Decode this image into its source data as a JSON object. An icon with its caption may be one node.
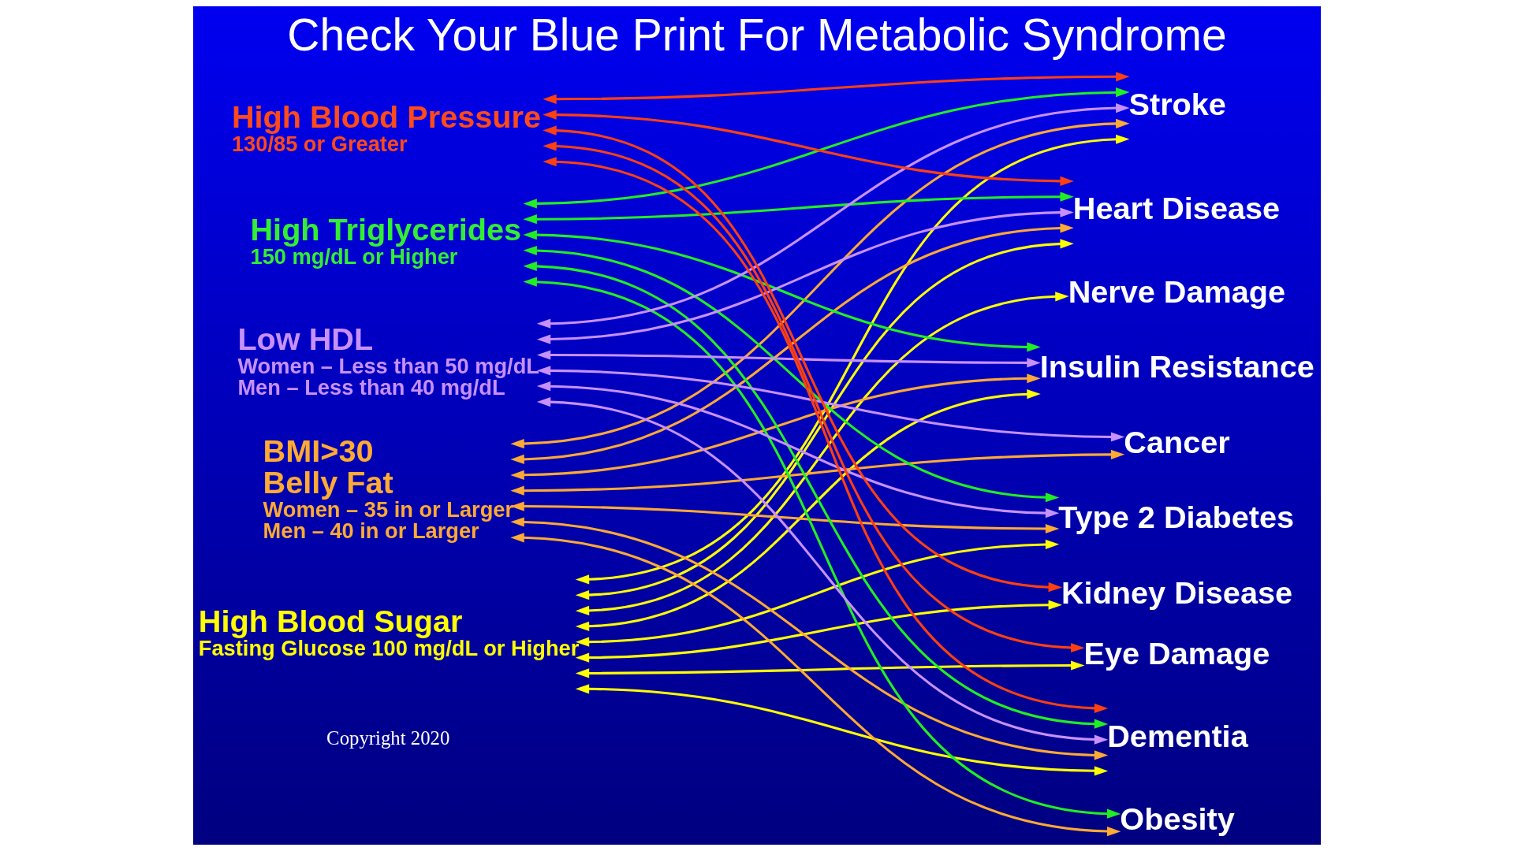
{
  "diagram": {
    "title": "Check Your Blue Print For Metabolic Syndrome",
    "nodes": [
      {
        "text": [
          "High Blood Pressure",
          "130/85 or Greater"
        ]
      },
      {
        "text": [
          "High Triglycerides",
          "150 mg/dL or Higher"
        ]
      },
      {
        "text": [
          "Low HDL",
          "Women – Less than 50 mg/dL",
          "Men – Less than 40 mg/dL"
        ]
      },
      {
        "text": [
          "BMI>30",
          "Belly Fat",
          "Women – 35 in or Larger",
          "Men – 40 in or Larger"
        ]
      },
      {
        "text": [
          "High Blood Sugar",
          "Fasting Glucose 100 mg/dL or Higher"
        ]
      },
      {
        "text": [
          "Stroke"
        ]
      },
      {
        "text": [
          "Heart Disease"
        ]
      },
      {
        "text": [
          "Nerve Damage"
        ]
      },
      {
        "text": [
          "Insulin Resistance"
        ]
      },
      {
        "text": [
          "Cancer"
        ]
      },
      {
        "text": [
          "Type 2 Diabetes"
        ]
      },
      {
        "text": [
          "Kidney Disease"
        ]
      },
      {
        "text": [
          "Eye Damage"
        ]
      },
      {
        "text": [
          "Dementia"
        ]
      },
      {
        "text": [
          "Obesity"
        ]
      }
    ],
    "edges": [
      {
        "from": 0,
        "to": 5,
        "arrow": "both",
        "color": "#ff4010"
      },
      {
        "from": 0,
        "to": 6,
        "arrow": "both",
        "color": "#ff4010"
      },
      {
        "from": 0,
        "to": 11,
        "arrow": "both",
        "color": "#ff4010"
      },
      {
        "from": 0,
        "to": 12,
        "arrow": "both",
        "color": "#ff4010"
      },
      {
        "from": 0,
        "to": 13,
        "arrow": "both",
        "color": "#ff4010"
      },
      {
        "from": 1,
        "to": 5,
        "arrow": "both",
        "color": "#22ee22"
      },
      {
        "from": 1,
        "to": 6,
        "arrow": "both",
        "color": "#22ee22"
      },
      {
        "from": 1,
        "to": 8,
        "arrow": "both",
        "color": "#22ee22"
      },
      {
        "from": 1,
        "to": 10,
        "arrow": "both",
        "color": "#22ee22"
      },
      {
        "from": 1,
        "to": 13,
        "arrow": "both",
        "color": "#22ee22"
      },
      {
        "from": 1,
        "to": 14,
        "arrow": "both",
        "color": "#22ee22"
      },
      {
        "from": 2,
        "to": 5,
        "arrow": "both",
        "color": "#c890ff"
      },
      {
        "from": 2,
        "to": 6,
        "arrow": "both",
        "color": "#c890ff"
      },
      {
        "from": 2,
        "to": 8,
        "arrow": "both",
        "color": "#c890ff"
      },
      {
        "from": 2,
        "to": 9,
        "arrow": "both",
        "color": "#c890ff"
      },
      {
        "from": 2,
        "to": 10,
        "arrow": "both",
        "color": "#c890ff"
      },
      {
        "from": 2,
        "to": 13,
        "arrow": "both",
        "color": "#c890ff"
      },
      {
        "from": 3,
        "to": 5,
        "arrow": "both",
        "color": "#ffaa33"
      },
      {
        "from": 3,
        "to": 6,
        "arrow": "both",
        "color": "#ffaa33"
      },
      {
        "from": 3,
        "to": 8,
        "arrow": "both",
        "color": "#ffaa33"
      },
      {
        "from": 3,
        "to": 9,
        "arrow": "both",
        "color": "#ffaa33"
      },
      {
        "from": 3,
        "to": 10,
        "arrow": "both",
        "color": "#ffaa33"
      },
      {
        "from": 3,
        "to": 13,
        "arrow": "both",
        "color": "#ffaa33"
      },
      {
        "from": 3,
        "to": 14,
        "arrow": "both",
        "color": "#ffaa33"
      },
      {
        "from": 4,
        "to": 5,
        "arrow": "both"
      },
      {
        "from": 4,
        "to": 6,
        "arrow": "both"
      },
      {
        "from": 4,
        "to": 7,
        "arrow": "both"
      },
      {
        "from": 4,
        "to": 8,
        "arrow": "both"
      },
      {
        "from": 4,
        "to": 10,
        "arrow": "both"
      },
      {
        "from": 4,
        "to": 11,
        "arrow": "both"
      },
      {
        "from": 4,
        "to": 12,
        "arrow": "both"
      },
      {
        "from": 4,
        "to": 13,
        "arrow": "both"
      }
    ],
    "labels": [
      "Copyright 2020"
    ]
  }
}
